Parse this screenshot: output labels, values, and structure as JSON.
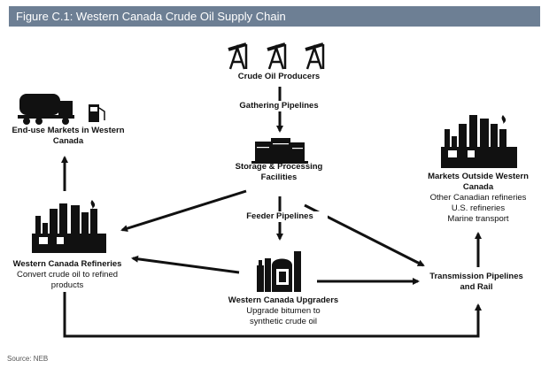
{
  "title": "Figure C.1: Western Canada Crude Oil Supply Chain",
  "source": "Source: NEB",
  "colors": {
    "title_bar": "#6d7f94",
    "ink": "#111111",
    "title_text": "#ffffff"
  },
  "nodes": {
    "producers": {
      "label": "Crude Oil Producers",
      "icon": "pumpjack-icon"
    },
    "gathering": {
      "label": "Gathering Pipelines"
    },
    "storage": {
      "label_line1": "Storage & Processing",
      "label_line2": "Facilities",
      "icon": "storage-tanks-icon"
    },
    "feeder": {
      "label": "Feeder Pipelines"
    },
    "enduse": {
      "label_line1": "End-use Markets in Western",
      "label_line2": "Canada",
      "icon": "tanker-truck-icon"
    },
    "refineries": {
      "label": "Western Canada Refineries",
      "desc_line1": "Convert crude oil to refined",
      "desc_line2": "products",
      "icon": "refinery-icon"
    },
    "upgraders": {
      "label": "Western Canada Upgraders",
      "desc_line1": "Upgrade bitumen to",
      "desc_line2": "synthetic crude oil",
      "icon": "upgrader-icon"
    },
    "transmission": {
      "label_line1": "Transmission Pipelines",
      "label_line2": "and Rail"
    },
    "markets": {
      "label_line1": "Markets Outside Western",
      "label_line2": "Canada",
      "desc_line1": "Other Canadian refineries",
      "desc_line2": "U.S. refineries",
      "desc_line3": "Marine transport",
      "icon": "refinery-icon"
    }
  }
}
